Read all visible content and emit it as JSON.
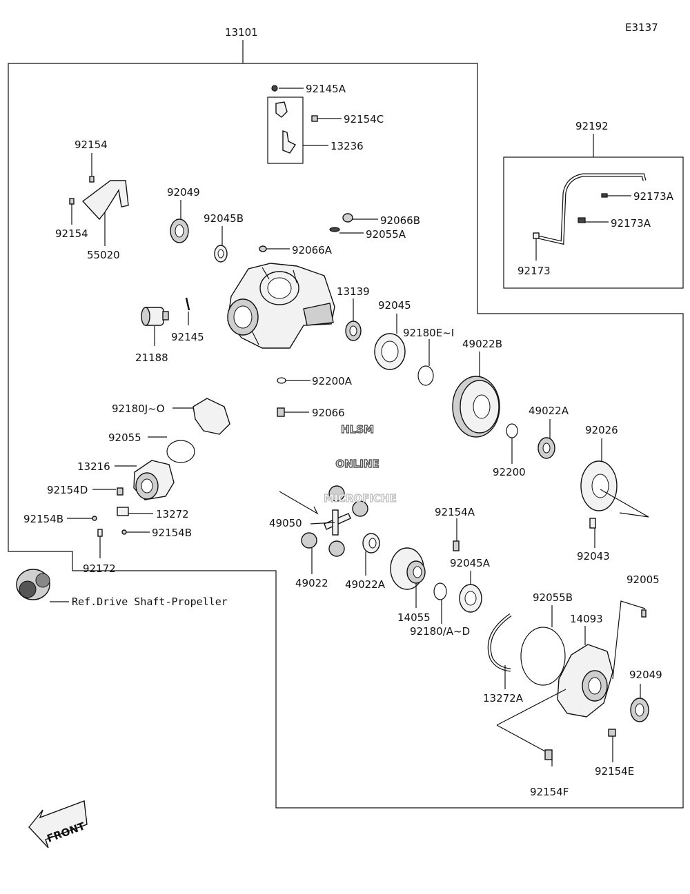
{
  "diagram": {
    "code": "E3137",
    "watermark": [
      "HLSM",
      "ONLINE",
      "MICROFICHE"
    ],
    "reference_label": "Ref.Drive Shaft-Propeller",
    "front_label": "FRONT",
    "part_labels": [
      "13101",
      "92145A",
      "92154C",
      "13236",
      "92192",
      "92154",
      "92154",
      "55020",
      "92049",
      "92045B",
      "92066B",
      "92055A",
      "92066A",
      "92173A",
      "92173A",
      "92173",
      "13139",
      "92045",
      "92180E~I",
      "49022B",
      "21188",
      "92145",
      "92200A",
      "92180J~O",
      "92066",
      "92055",
      "13216",
      "92154D",
      "13272",
      "92154B",
      "92154B",
      "92172",
      "49050",
      "49022A",
      "92026",
      "92200",
      "92154A",
      "92043",
      "49022",
      "49022A",
      "92045A",
      "92005",
      "14055",
      "92180/A~D",
      "92055B",
      "14093",
      "92049",
      "13272A",
      "92154E",
      "92154F"
    ]
  }
}
